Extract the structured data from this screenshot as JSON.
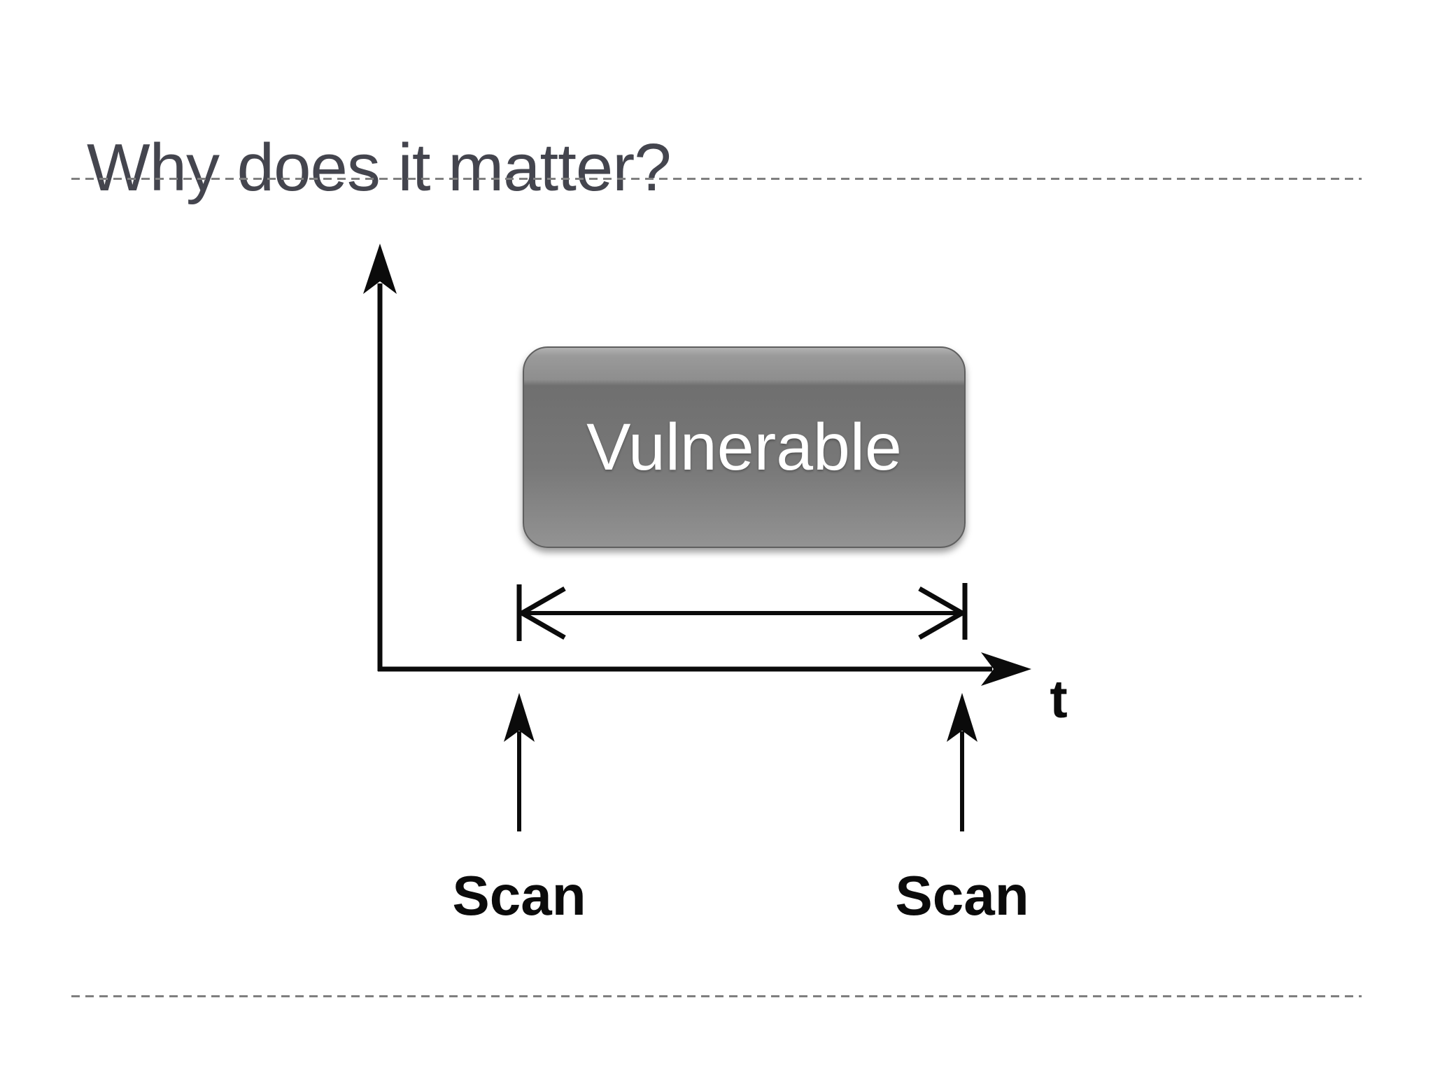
{
  "slide": {
    "title": "Why does it matter?"
  },
  "diagram": {
    "box_label": "Vulnerable",
    "time_axis_label": "t",
    "scan_labels": [
      "Scan",
      "Scan"
    ]
  },
  "colors": {
    "background": "#ffffff",
    "title": "#44454e",
    "line": "#0b0b0b",
    "dash": "#7f7f7f",
    "box_text": "#ffffff",
    "box_gradient_top": "#b2b2b2",
    "box_gradient_upper": "#8e8e8e",
    "box_gradient_mid": "#6f6f6f",
    "box_gradient_bottom": "#939393",
    "box_border": "#5f5f5f"
  }
}
